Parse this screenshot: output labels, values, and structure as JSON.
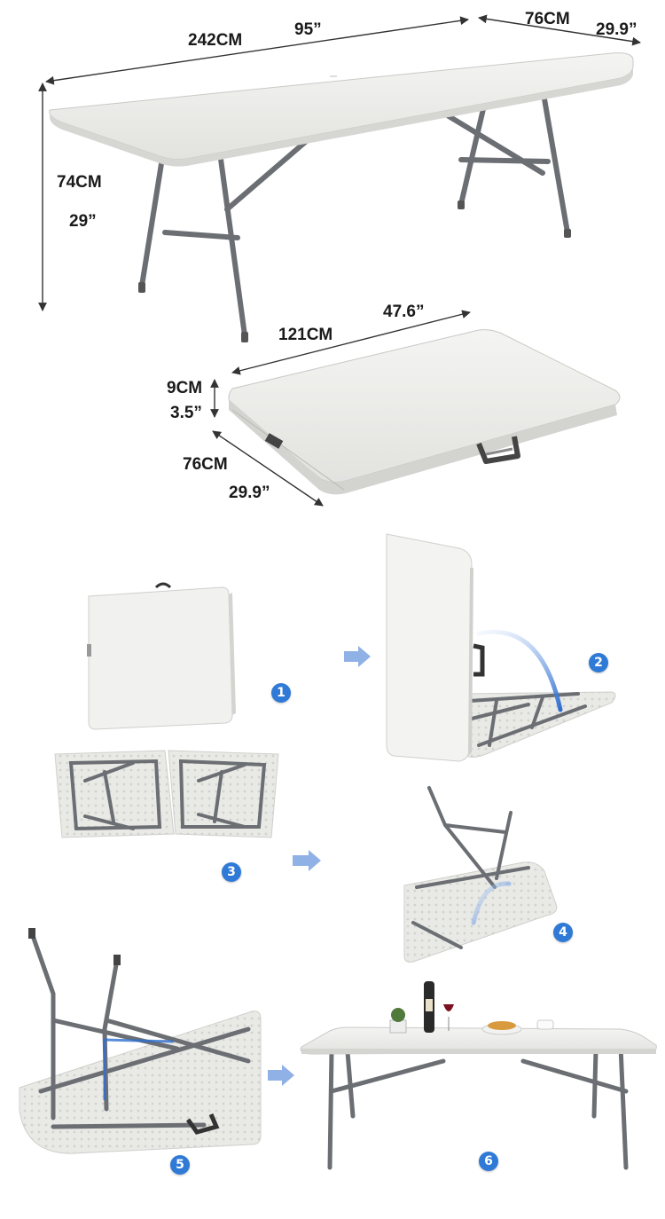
{
  "dimensions": {
    "assembled_length_cm": "242CM",
    "assembled_length_in": "95”",
    "width_cm": "76CM",
    "width_in": "29.9”",
    "height_cm": "74CM",
    "height_in": "29”",
    "folded_length_cm": "121CM",
    "folded_length_in": "47.6”",
    "folded_thickness_cm": "9CM",
    "folded_thickness_in": "3.5”",
    "folded_width_cm": "76CM",
    "folded_width_in": "29.9”"
  },
  "steps": [
    "1",
    "2",
    "3",
    "4",
    "5",
    "6"
  ],
  "colors": {
    "table_top": "#ececea",
    "table_edge": "#cfcfcc",
    "frame": "#6b6e72",
    "badge_blue": "#2f7ad6",
    "arrow_blue": "#8fb1e6",
    "dimension_line": "#333333"
  },
  "icons": [
    "step-arrow-icon",
    "rotation-arc-icon",
    "carry-handle-icon"
  ]
}
